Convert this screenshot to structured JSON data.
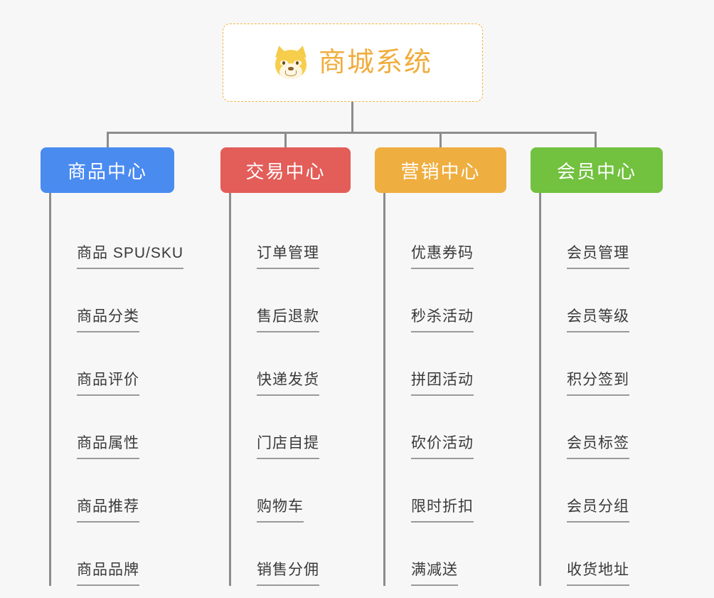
{
  "diagram": {
    "type": "org-chart",
    "background_color": "#F7F7F7",
    "root": {
      "title": "商城系统",
      "icon": "shiba-dog-emoji",
      "text_color": "#F0AD3C",
      "border_color": "#F2B544",
      "background_color": "#FFFFFF"
    },
    "connector_color": "#8C8C8C",
    "columns": [
      {
        "label": "商品中心",
        "color": "#4A8BF0",
        "items": [
          "商品 SPU/SKU",
          "商品分类",
          "商品评价",
          "商品属性",
          "商品推荐",
          "商品品牌"
        ]
      },
      {
        "label": "交易中心",
        "color": "#E35D59",
        "items": [
          "订单管理",
          "售后退款",
          "快递发货",
          "门店自提",
          "购物车",
          "销售分佣"
        ]
      },
      {
        "label": "营销中心",
        "color": "#EFAE40",
        "items": [
          "优惠券码",
          "秒杀活动",
          "拼团活动",
          "砍价活动",
          "限时折扣",
          "满减送"
        ]
      },
      {
        "label": "会员中心",
        "color": "#72C13F",
        "items": [
          "会员管理",
          "会员等级",
          "积分签到",
          "会员标签",
          "会员分组",
          "收货地址"
        ]
      }
    ]
  }
}
